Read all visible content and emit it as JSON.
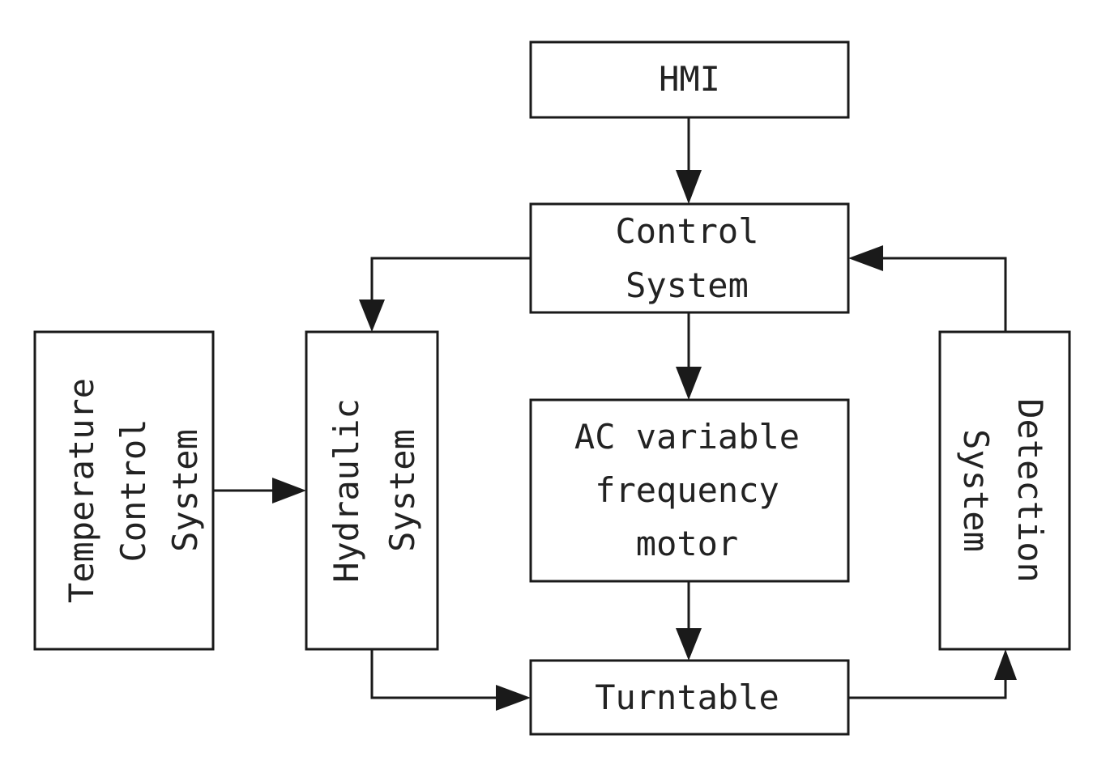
{
  "diagram": {
    "hmi": {
      "label": "HMI"
    },
    "control_system": {
      "lines": [
        "Control",
        "System"
      ]
    },
    "ac_motor": {
      "lines": [
        "AC variable",
        "frequency",
        "motor"
      ]
    },
    "turntable": {
      "label": "Turntable"
    },
    "temperature_control": {
      "lines": [
        "Temperature",
        "Control",
        "System"
      ]
    },
    "hydraulic": {
      "lines": [
        "Hydraulic",
        "System"
      ]
    },
    "detection": {
      "lines": [
        "Detection",
        "System"
      ]
    }
  }
}
